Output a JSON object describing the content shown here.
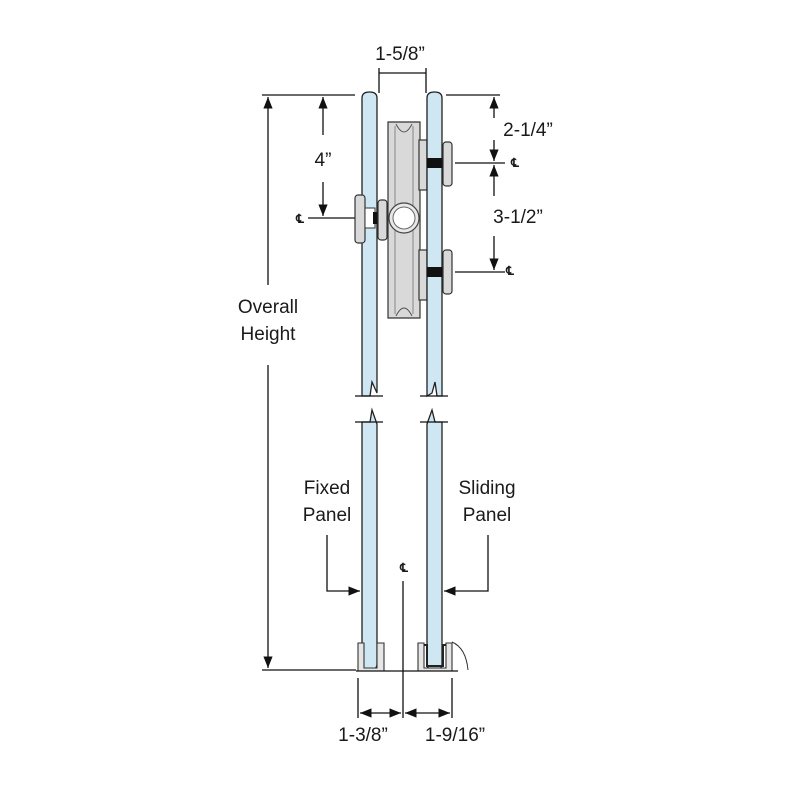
{
  "dimensions": {
    "wheel_gap": "1-5/8”",
    "fixed_bracket_drop": "4”",
    "sliding_top_bracket_drop": "2-1/4”",
    "sliding_bracket_spacing": "3-1/2”",
    "fixed_offset": "1-3/8”",
    "sliding_offset": "1-9/16”"
  },
  "labels": {
    "overall_height_line1": "Overall",
    "overall_height_line2": "Height",
    "fixed_panel_line1": "Fixed",
    "fixed_panel_line2": "Panel",
    "sliding_panel_line1": "Sliding",
    "sliding_panel_line2": "Panel",
    "centerline": "℄"
  },
  "colors": {
    "glass": "#cfe6f3",
    "hardware": "#d9d9d9"
  }
}
